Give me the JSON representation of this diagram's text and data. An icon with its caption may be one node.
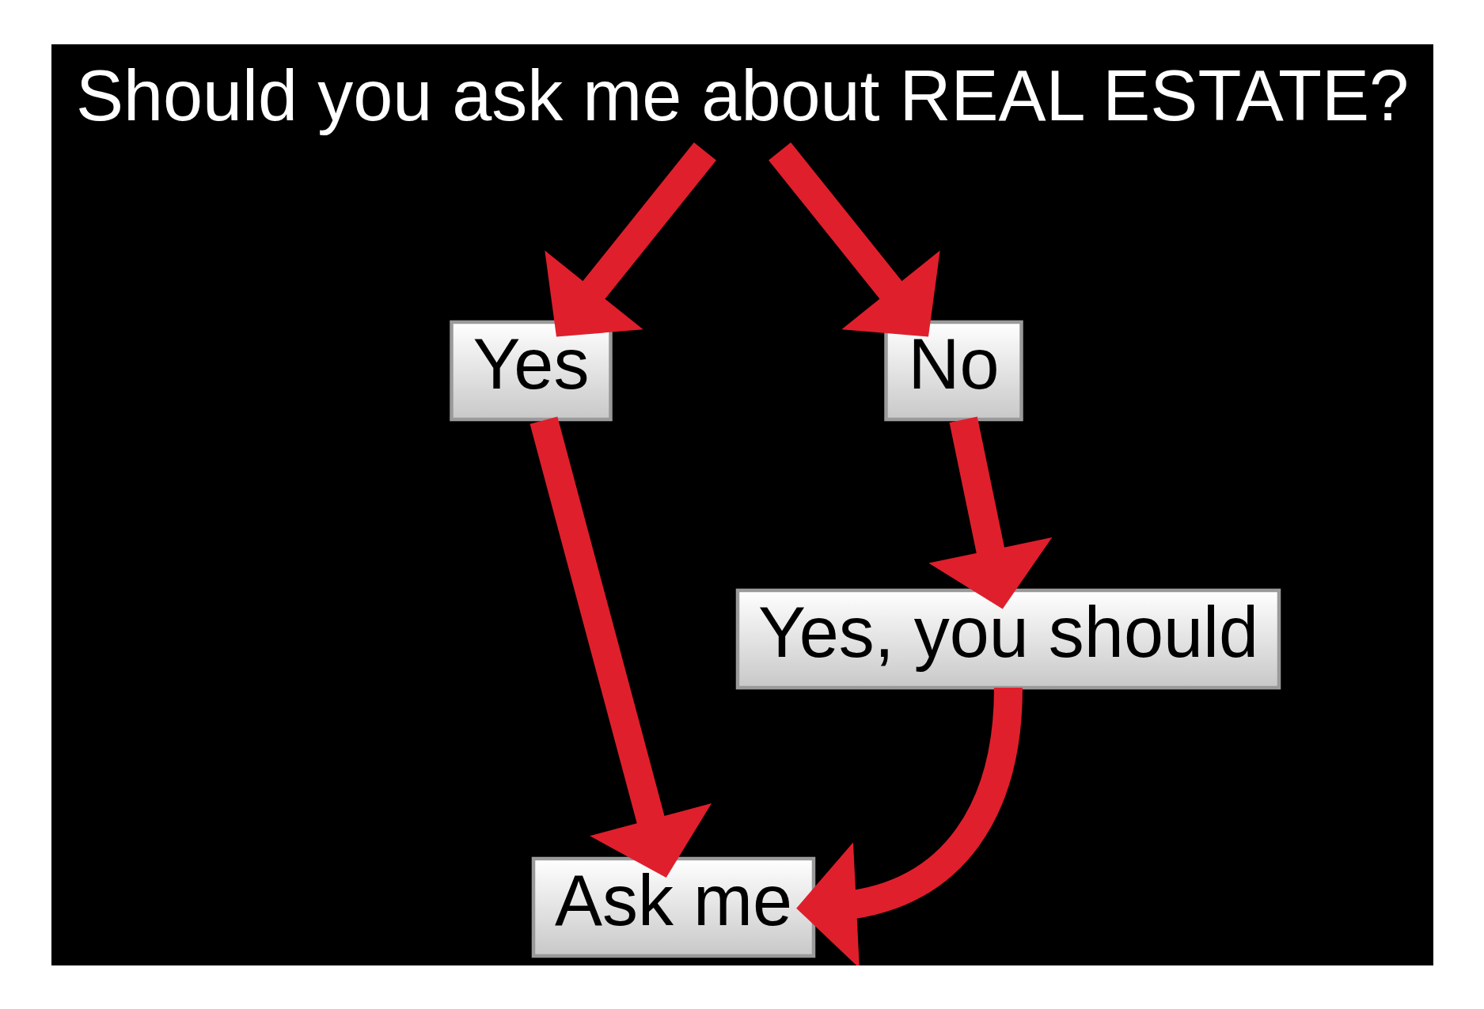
{
  "diagram": {
    "nodes": [
      {
        "text": [
          "Should you ask me about REAL ESTATE?"
        ]
      },
      {
        "text": [
          "Yes"
        ]
      },
      {
        "text": [
          "No"
        ]
      },
      {
        "text": [
          "Yes, you should"
        ]
      },
      {
        "text": [
          "Ask me"
        ]
      }
    ],
    "edges": [
      {
        "from": 0,
        "to": 1,
        "arrow": "to"
      },
      {
        "from": 0,
        "to": 2,
        "arrow": "to"
      },
      {
        "from": 1,
        "to": 4,
        "arrow": "to"
      },
      {
        "from": 2,
        "to": 3,
        "arrow": "to"
      },
      {
        "from": 3,
        "to": 4,
        "arrow": "to"
      }
    ]
  }
}
